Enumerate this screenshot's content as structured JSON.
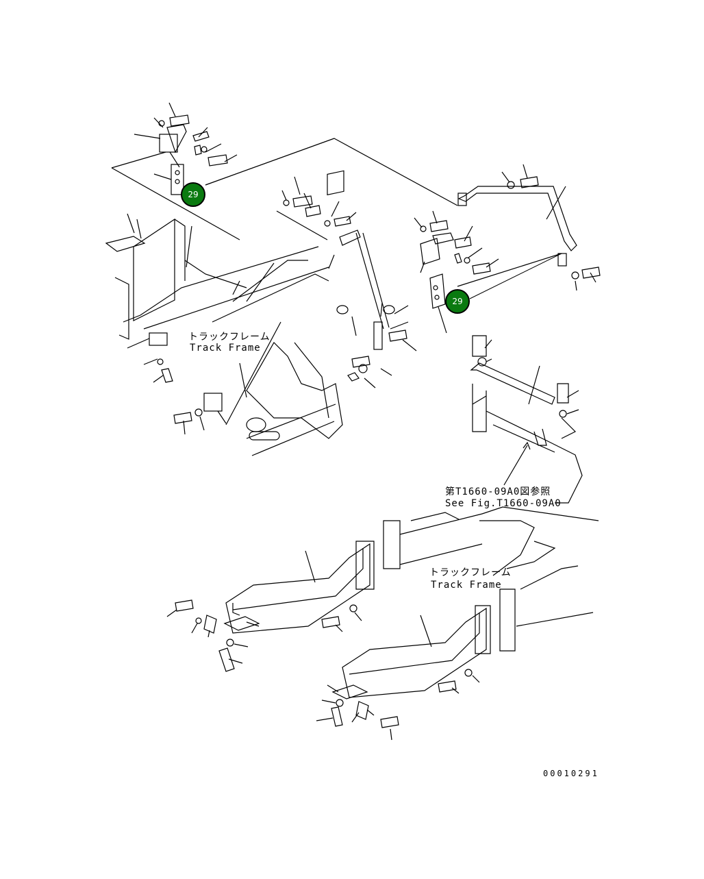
{
  "labels": {
    "track_frame_jp": "トラックフレーム",
    "track_frame_en": "Track Frame",
    "see_fig_jp": "第T1660-09A0図参照",
    "see_fig_en": "See Fig.T1660-09A0"
  },
  "callouts": [
    "29",
    "29"
  ],
  "figure_number": "00010291",
  "colors": {
    "callout_fill": "#0a7a10",
    "line": "#000000"
  }
}
